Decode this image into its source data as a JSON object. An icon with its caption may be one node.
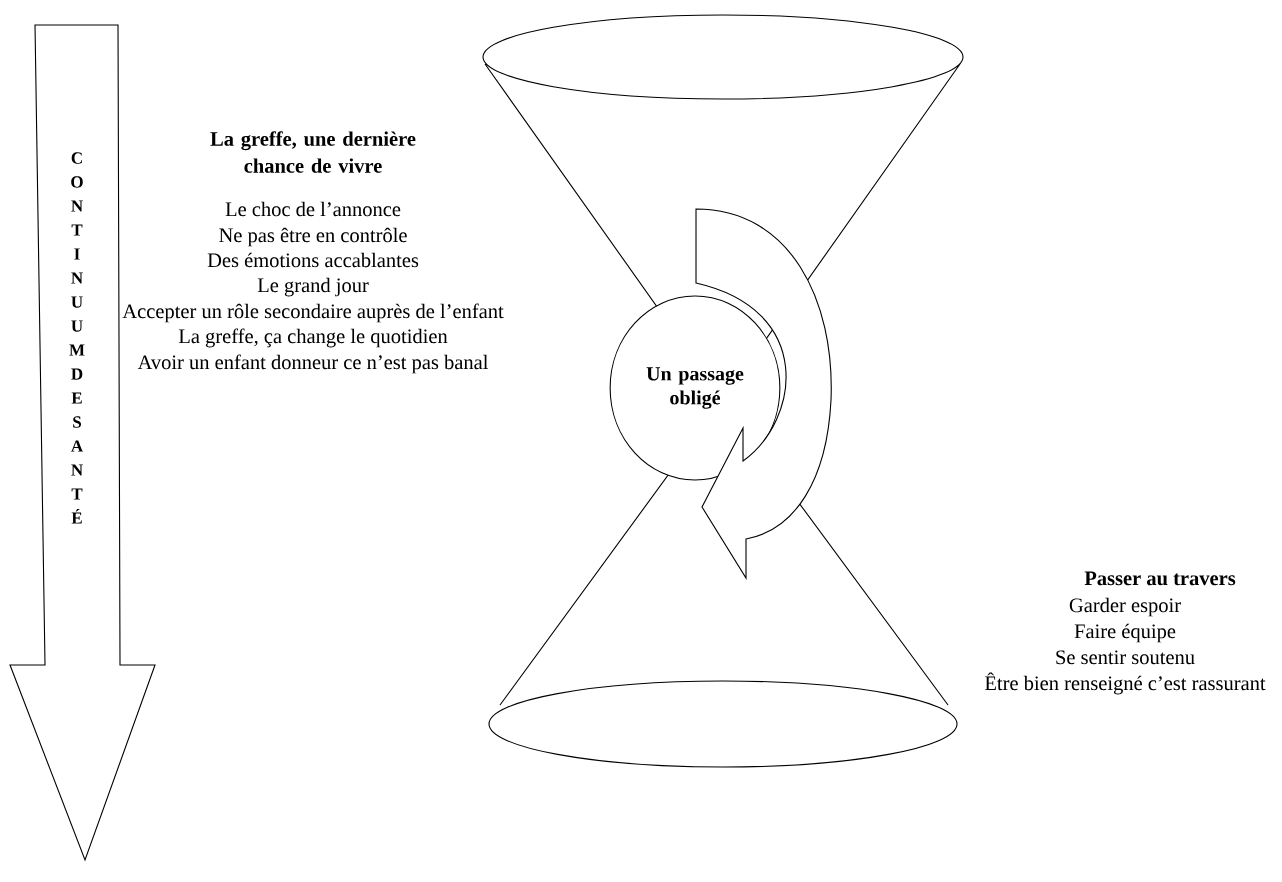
{
  "diagram": {
    "nodes": [
      {
        "text": [
          "CONTINUUM DE SANTÉ"
        ]
      },
      {
        "text": [
          "Un passage obligé"
        ]
      }
    ],
    "labels": [
      "La greffe, une dernière chance de vivre",
      "Le choc de l’annonce",
      "Ne pas être en contrôle",
      "Des émotions accablantes",
      "Le grand jour",
      "Accepter un rôle secondaire auprès de l’enfant",
      "La greffe, ça change le quotidien",
      "Avoir un enfant donneur ce n’est pas banal",
      "Passer au travers",
      "Garder espoir",
      "Faire équipe",
      "Se sentir soutenu",
      "Être bien renseigné c’est rassurant"
    ]
  }
}
